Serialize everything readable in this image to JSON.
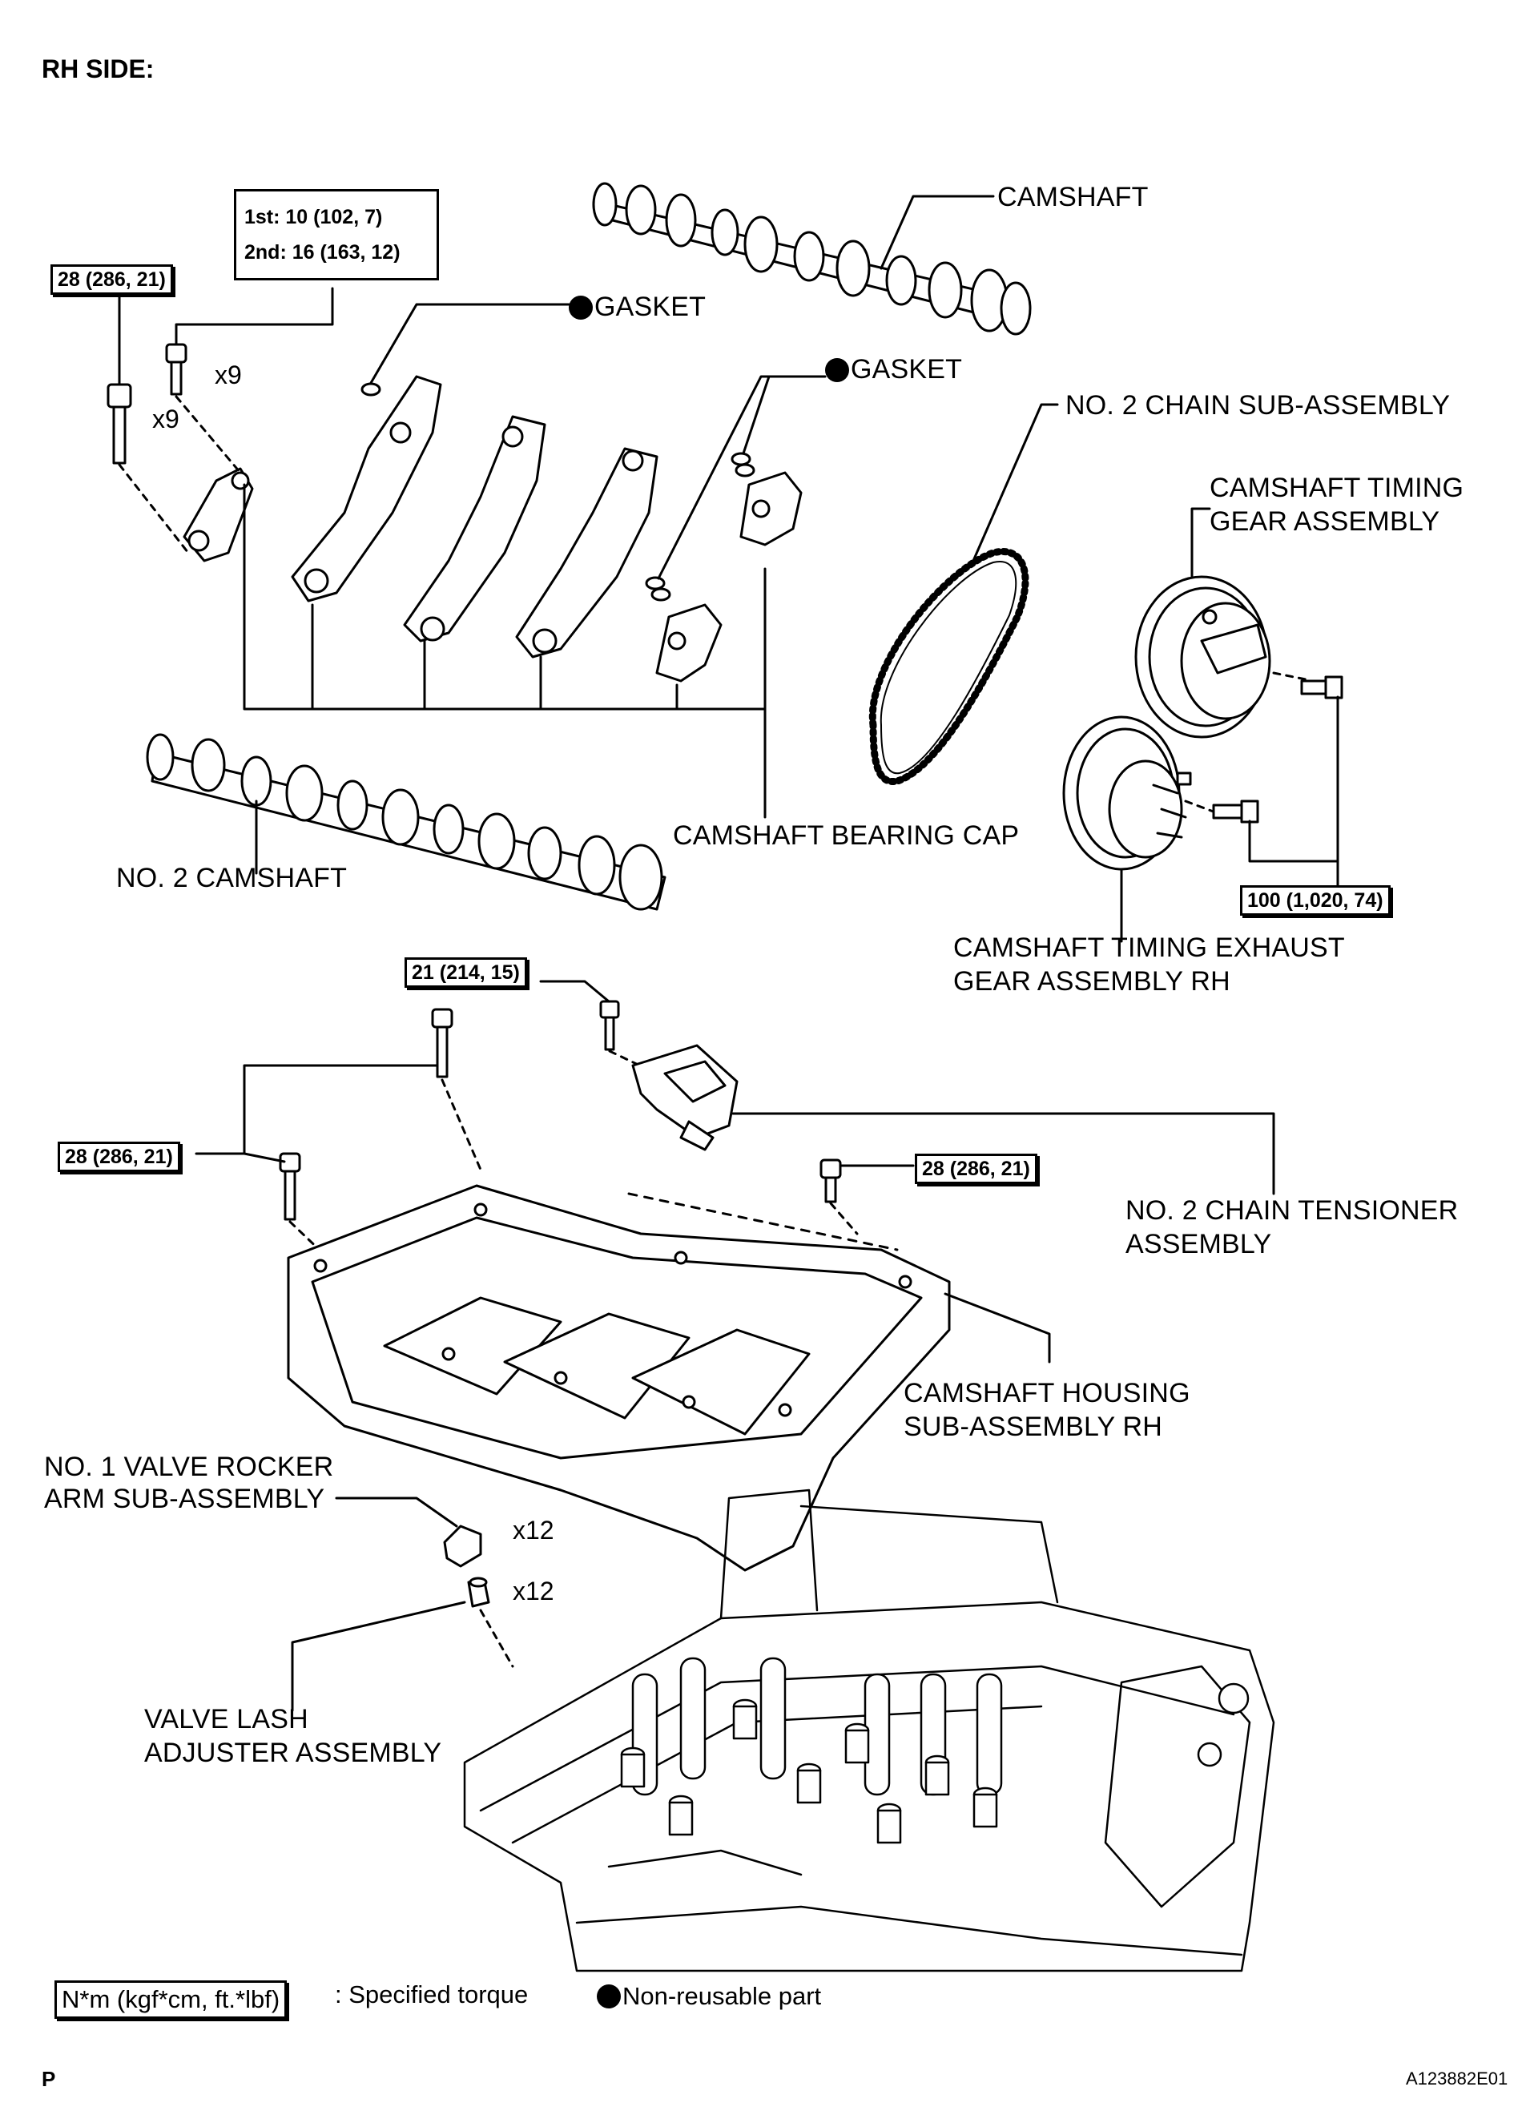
{
  "title": "RH SIDE:",
  "labels": {
    "camshaft": "CAMSHAFT",
    "gasket_1": "GASKET",
    "gasket_2": "GASKET",
    "no2_chain": "NO. 2 CHAIN SUB-ASSEMBLY",
    "timing_gear_l1": "CAMSHAFT TIMING",
    "timing_gear_l2": "GEAR ASSEMBLY",
    "bearing_cap": "CAMSHAFT BEARING CAP",
    "no2_camshaft": "NO. 2 CAMSHAFT",
    "exhaust_gear_l1": "CAMSHAFT TIMING EXHAUST",
    "exhaust_gear_l2": "GEAR ASSEMBLY RH",
    "tensioner_l1": "NO. 2 CHAIN TENSIONER",
    "tensioner_l2": "ASSEMBLY",
    "housing_l1": "CAMSHAFT HOUSING",
    "housing_l2": "SUB-ASSEMBLY RH",
    "rocker_l1": "NO. 1 VALVE ROCKER",
    "rocker_l2": "ARM SUB-ASSEMBLY",
    "lash_l1": "VALVE LASH",
    "lash_l2": "ADJUSTER ASSEMBLY"
  },
  "torque": {
    "cap_bolt_end": "28 (286, 21)",
    "cap_bolt_1st": "1st: 10 (102, 7)",
    "cap_bolt_2nd": "2nd: 16 (163, 12)",
    "gear_bolt": "100 (1,020, 74)",
    "tensioner_bolt": "21 (214, 15)",
    "housing_bolt_left": "28 (286, 21)",
    "housing_bolt_right": "28 (286, 21)"
  },
  "multipliers": {
    "x9_a": "x9",
    "x9_b": "x9",
    "x12_rocker": "x12",
    "x12_lash": "x12"
  },
  "legend": {
    "torque_unit": "N*m (kgf*cm, ft.*lbf)",
    "torque_desc": ": Specified torque",
    "nonreusable": "Non-reusable part"
  },
  "footer": {
    "left": "P",
    "right": "A123882E01"
  }
}
